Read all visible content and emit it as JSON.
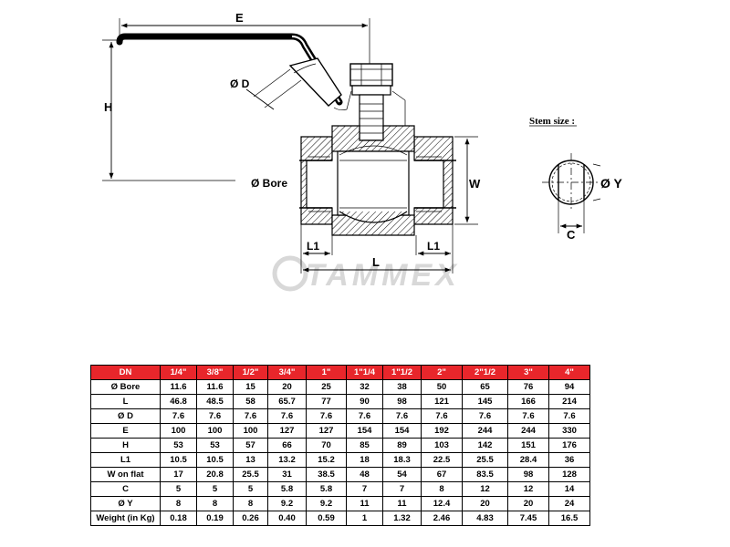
{
  "drawing": {
    "labels": {
      "E": "E",
      "H": "H",
      "D": "Ø D",
      "bore": "Ø Bore",
      "W": "W",
      "L1_left": "L1",
      "L1_right": "L1",
      "L": "L",
      "stem_size": "Stem size :",
      "Y": "Ø Y",
      "C": "C",
      "watermark": "TAMMEX"
    },
    "colors": {
      "table_header_bg": "#e8262b",
      "table_header_text": "#ffffff",
      "watermark": "#d8d8d8"
    }
  },
  "table": {
    "headers": [
      "DN",
      "1/4\"",
      "3/8\"",
      "1/2\"",
      "3/4\"",
      "1\"",
      "1\"1/4",
      "1\"1/2",
      "2\"",
      "2\"1/2",
      "3\"",
      "4\""
    ],
    "rows": [
      {
        "label": "Ø Bore",
        "values": [
          "11.6",
          "11.6",
          "15",
          "20",
          "25",
          "32",
          "38",
          "50",
          "65",
          "76",
          "94"
        ]
      },
      {
        "label": "L",
        "values": [
          "46.8",
          "48.5",
          "58",
          "65.7",
          "77",
          "90",
          "98",
          "121",
          "145",
          "166",
          "214"
        ]
      },
      {
        "label": "Ø D",
        "values": [
          "7.6",
          "7.6",
          "7.6",
          "7.6",
          "7.6",
          "7.6",
          "7.6",
          "7.6",
          "7.6",
          "7.6",
          "7.6"
        ]
      },
      {
        "label": "E",
        "values": [
          "100",
          "100",
          "100",
          "127",
          "127",
          "154",
          "154",
          "192",
          "244",
          "244",
          "330"
        ]
      },
      {
        "label": "H",
        "values": [
          "53",
          "53",
          "57",
          "66",
          "70",
          "85",
          "89",
          "103",
          "142",
          "151",
          "176"
        ]
      },
      {
        "label": "L1",
        "values": [
          "10.5",
          "10.5",
          "13",
          "13.2",
          "15.2",
          "18",
          "18.3",
          "22.5",
          "25.5",
          "28.4",
          "36"
        ]
      },
      {
        "label": "W on flat",
        "values": [
          "17",
          "20.8",
          "25.5",
          "31",
          "38.5",
          "48",
          "54",
          "67",
          "83.5",
          "98",
          "128"
        ]
      },
      {
        "label": "C",
        "values": [
          "5",
          "5",
          "5",
          "5.8",
          "5.8",
          "7",
          "7",
          "8",
          "12",
          "12",
          "14"
        ]
      },
      {
        "label": "Ø Y",
        "values": [
          "8",
          "8",
          "8",
          "9.2",
          "9.2",
          "11",
          "11",
          "12.4",
          "20",
          "20",
          "24"
        ]
      },
      {
        "label": "Weight (in Kg)",
        "values": [
          "0.18",
          "0.19",
          "0.26",
          "0.40",
          "0.59",
          "1",
          "1.32",
          "2.46",
          "4.83",
          "7.45",
          "16.5"
        ]
      }
    ]
  }
}
